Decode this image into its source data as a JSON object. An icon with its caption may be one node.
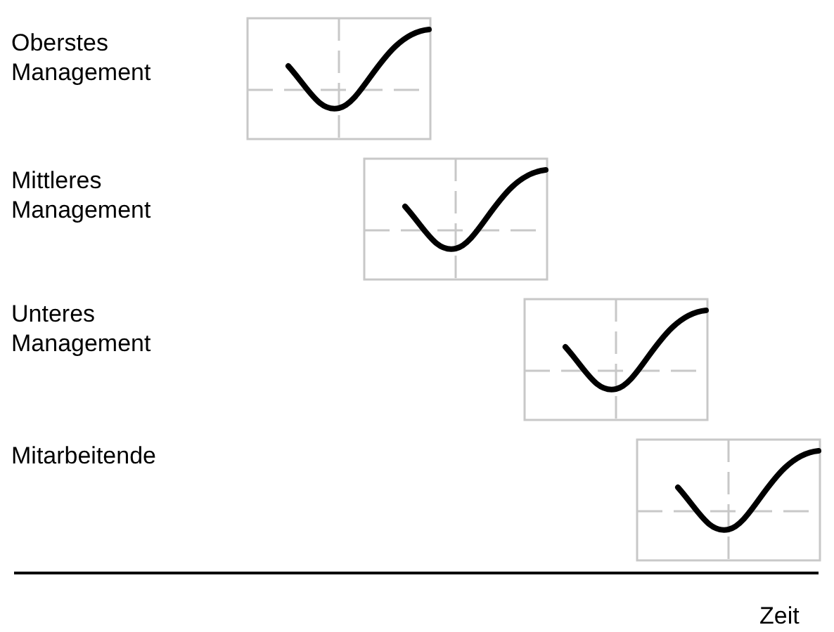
{
  "diagram": {
    "labels": [
      "Oberstes Management",
      "Mittleres Management",
      "Unteres Management",
      "Mitarbeitende",
      "Zeit"
    ]
  }
}
